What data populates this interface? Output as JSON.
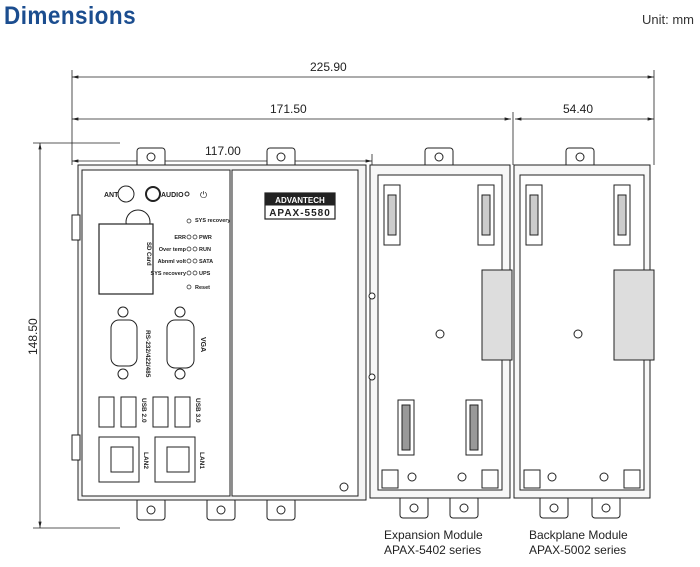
{
  "title": "Dimensions",
  "unit": "Unit: mm",
  "dimensions": {
    "total_width": "225.90",
    "controller_plus_expansion": "171.50",
    "backplane_width": "54.40",
    "controller_width": "117.00",
    "height": "148.50"
  },
  "controller": {
    "brand": "ADVANTECH",
    "model": "APAX-5580",
    "ports": {
      "ant": "ANT",
      "audio": "AUDIO",
      "sd_card": "SD Card",
      "serial": "RS-232/422/485",
      "vga": "VGA",
      "usb2": "USB 2.0",
      "usb3": "USB 3.0",
      "lan2": "LAN2",
      "lan1": "LAN1"
    },
    "leds": {
      "sys_recovery_top": "SYS recovery",
      "err": "ERR",
      "pwr": "PWR",
      "over_temp": "Over temp",
      "run": "RUN",
      "abnormal_volt": "Abnml volt",
      "sata": "SATA",
      "sys_recovery": "SYS recovery",
      "ups": "UPS",
      "reset": "Reset"
    }
  },
  "modules": [
    {
      "name": "Expansion Module",
      "series": "APAX-5402 series"
    },
    {
      "name": "Backplane Module",
      "series": "APAX-5002 series"
    }
  ]
}
